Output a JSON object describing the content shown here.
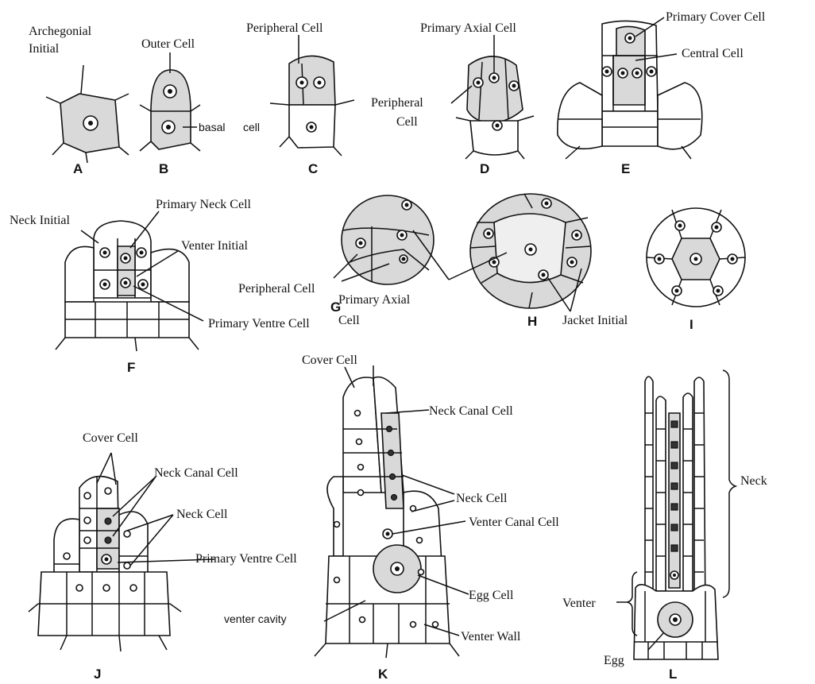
{
  "panels": [
    "A",
    "B",
    "C",
    "D",
    "E",
    "F",
    "G",
    "H",
    "I",
    "J",
    "K",
    "L"
  ],
  "labels": {
    "archegonial_initial_1": "Archegonial",
    "archegonial_initial_2": "Initial",
    "outer_cell": "Outer Cell",
    "basal": "basal",
    "cell": "cell",
    "peripheral_cell_c": "Peripheral Cell",
    "primary_axial_cell_d": "Primary Axial Cell",
    "peripheral_d_1": "Peripheral",
    "peripheral_d_2": "Cell",
    "primary_cover_cell": "Primary Cover Cell",
    "central_cell": "Central Cell",
    "neck_initial": "Neck Initial",
    "primary_neck_cell": "Primary Neck Cell",
    "venter_initial": "Venter Initial",
    "primary_ventre_cell_f": "Primary Ventre Cell",
    "peripheral_cell_g": "Peripheral Cell",
    "primary_axial_1": "Primary Axial",
    "primary_axial_2": "Cell",
    "jacket_initial": "Jacket Initial",
    "cover_cell_j": "Cover Cell",
    "neck_canal_cell_j": "Neck Canal Cell",
    "neck_cell_j": "Neck Cell",
    "primary_ventre_cell_j": "Primary Ventre Cell",
    "cover_cell_k": "Cover Cell",
    "neck_canal_cell_k": "Neck Canal Cell",
    "neck_cell_k": "Neck Cell",
    "venter_canal_cell": "Venter Canal Cell",
    "egg_cell": "Egg Cell",
    "venter_cavity": "venter cavity",
    "venter_wall": "Venter Wall",
    "neck": "Neck",
    "venter": "Venter",
    "egg": "Egg"
  },
  "colors": {
    "line": "#111111",
    "stipple": "#d9d9d9",
    "background": "#ffffff"
  }
}
